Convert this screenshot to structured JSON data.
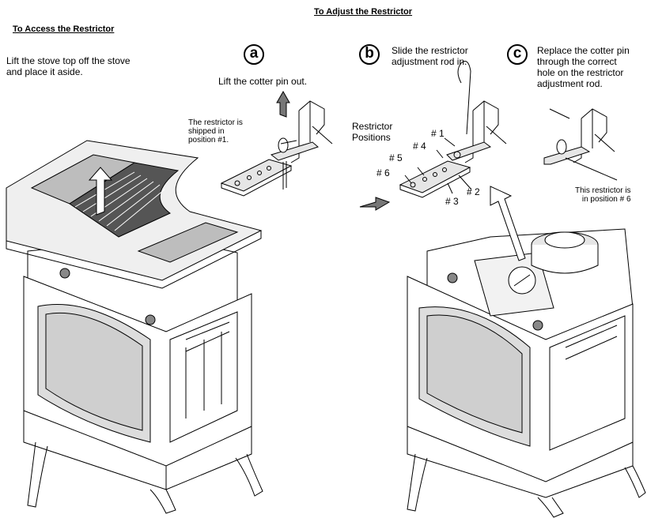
{
  "headings": {
    "adjust": "To Adjust the Restrictor",
    "access": "To Access the Restrictor"
  },
  "access_text": "Lift the stove top off the stove\nand place it aside.",
  "steps": {
    "a": {
      "letter": "a",
      "text": "Lift the cotter pin out."
    },
    "b": {
      "letter": "b",
      "text": "Slide the restrictor\nadjustment rod in."
    },
    "c": {
      "letter": "c",
      "text": "Replace the cotter pin\nthrough the correct\nhole on the restrictor\nadjustment rod."
    }
  },
  "notes": {
    "shipped": "The restrictor is\nshipped in\nposition #1.",
    "positions_label": "Restrictor\nPositions",
    "position6": "This restrictor is\nin position # 6"
  },
  "positions": [
    "# 1",
    "# 2",
    "# 3",
    "# 4",
    "# 5",
    "# 6"
  ]
}
